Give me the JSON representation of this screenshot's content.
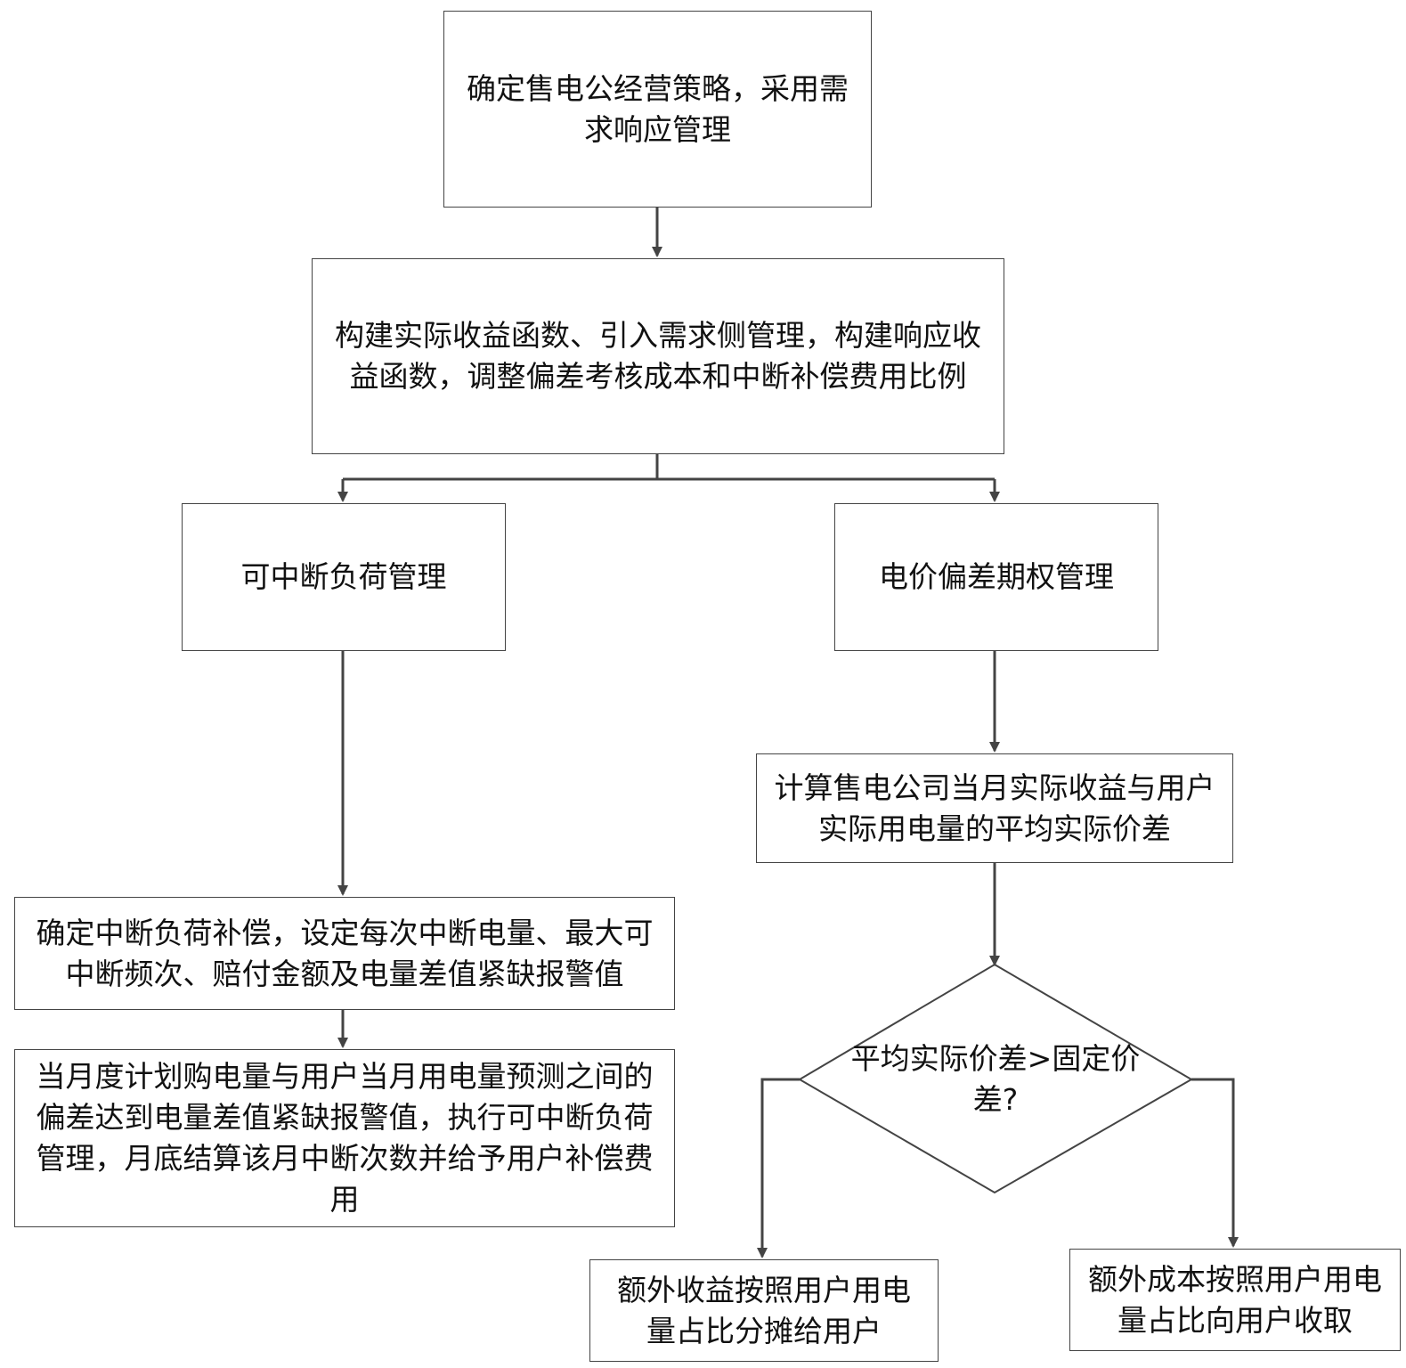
{
  "nodes": {
    "strategy": "确定售电公经营策略，采用需求响应管理",
    "build_functions": "构建实际收益函数、引入需求侧管理，构建响应收益函数，调整偏差考核成本和中断补偿费用比例",
    "interruptible_load": "可中断负荷管理",
    "price_deviation_option": "电价偏差期权管理",
    "compensation_settings": "确定中断负荷补偿，设定每次中断电量、最大可中断频次、赔付金额及电量差值紧缺报警值",
    "monthly_execution": "当月度计划购电量与用户当月用电量预测之间的偏差达到电量差值紧缺报警值，执行可中断负荷管理，月底结算该月中断次数并给予用户补偿费用",
    "calc_price_diff": "计算售电公司当月实际收益与用户实际用电量的平均实际价差",
    "decision": "平均实际价差>固定价差?",
    "extra_revenue": "额外收益按照用户用电量占比分摊给用户",
    "extra_cost": "额外成本按照用户用电量占比向用户收取"
  },
  "colors": {
    "line": "#444444",
    "text": "#111111",
    "background": "#ffffff"
  }
}
